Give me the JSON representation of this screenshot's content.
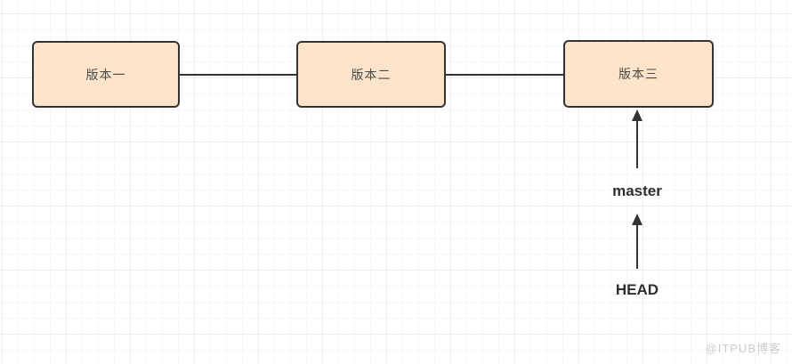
{
  "diagram": {
    "title": "git-version-history",
    "nodes": [
      {
        "id": "v1",
        "label": "版本一"
      },
      {
        "id": "v2",
        "label": "版本二"
      },
      {
        "id": "v3",
        "label": "版本三"
      }
    ],
    "connectors": [
      {
        "from": "v1",
        "to": "v2",
        "style": "plain-line"
      },
      {
        "from": "v2",
        "to": "v3",
        "style": "plain-line"
      }
    ],
    "pointers": [
      {
        "label": "master",
        "points_to": "版本三",
        "arrow": "up"
      },
      {
        "label": "HEAD",
        "points_to": "master",
        "arrow": "up"
      }
    ],
    "watermark": "@ITPUB博客",
    "colors": {
      "node_fill": "#fce4cb",
      "node_border": "#333333",
      "line": "#333333",
      "node_text": "#4a4a4a",
      "pointer_text": "#2f2f2f",
      "watermark": "#cccccc",
      "grid_minor": "#f6f6f6",
      "grid_major": "#ececec",
      "background": "#ffffff"
    }
  }
}
